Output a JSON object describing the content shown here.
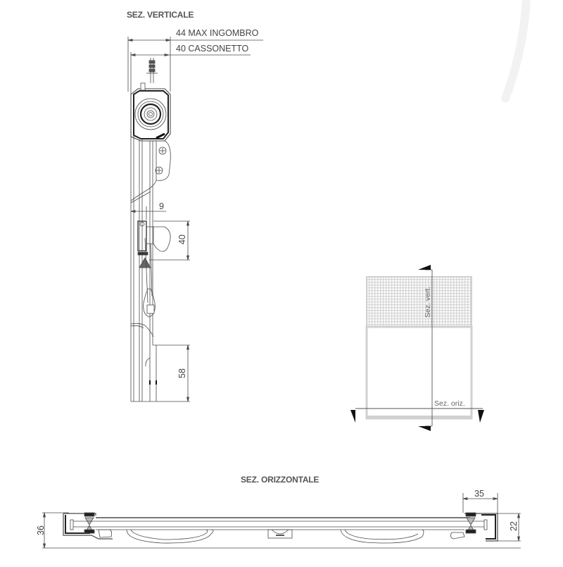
{
  "vertical_section": {
    "title": "SEZ. VERTICALE",
    "dim_max_footprint": "44 MAX INGOMBRO",
    "dim_box": "40 CASSONETTO",
    "dim_handle_offset": "9",
    "dim_handle_height": "40",
    "dim_bottom_bar": "58"
  },
  "key_plan": {
    "label_vertical_cut": "Sez. vert.",
    "label_horizontal_cut": "Sez. oriz."
  },
  "horizontal_section": {
    "title": "SEZ. ORIZZONTALE",
    "dim_total_depth": "36",
    "dim_guide_width": "35",
    "dim_guide_depth": "22"
  },
  "colors": {
    "line": "#4a4a4a",
    "dark": "#222222",
    "grid_fill": "#d9d9d9",
    "frame": "#d0d0d0",
    "background_arc": "#f3f3f3"
  }
}
